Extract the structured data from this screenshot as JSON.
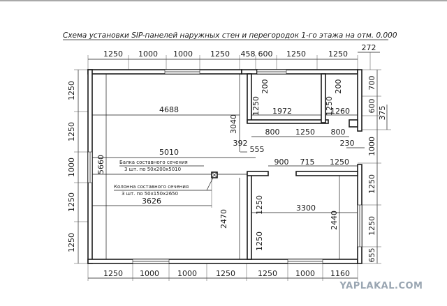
{
  "title": "Схема установки SIP-панелей наружных стен и перегородок 1-го этажа на отм. 0.000",
  "watermark": "YAPLAKAL.COM",
  "dims_top": [
    "1250",
    "1000",
    "1000",
    "1250",
    "458",
    "600",
    "1250",
    "1250",
    "272"
  ],
  "dims_bottom": [
    "1250",
    "1000",
    "1000",
    "1250",
    "1250",
    "1000",
    "1160"
  ],
  "dims_left": [
    "1250",
    "1250",
    "1000",
    "1250",
    "1250"
  ],
  "dims_right": [
    "700",
    "600",
    "375",
    "1000",
    "1250",
    "1250",
    "655"
  ],
  "dims_inner": {
    "d4688": "4688",
    "d1972": "1972",
    "d1260": "1260",
    "d3040": "3040",
    "d200a": "200",
    "d200b": "200",
    "d1250a": "1250",
    "d1250b": "1250",
    "d800a": "800",
    "d1250c": "1250",
    "d800b": "800",
    "d230": "230",
    "d392": "392",
    "d555": "555",
    "d5010": "5010",
    "d5660": "5660",
    "d900": "900",
    "d715": "715",
    "d1250d": "1250",
    "d3626": "3626",
    "d1250e": "1250",
    "d3300": "3300",
    "d2470": "2470",
    "d2440": "2440",
    "d1250f": "1250"
  },
  "notes": {
    "beam_title": "Балка составного сечения",
    "beam_spec": "3 шт. по 50х200х5010",
    "column_title": "Колонна составного сечения",
    "column_spec": "3 шт. по 50х150х2650"
  }
}
